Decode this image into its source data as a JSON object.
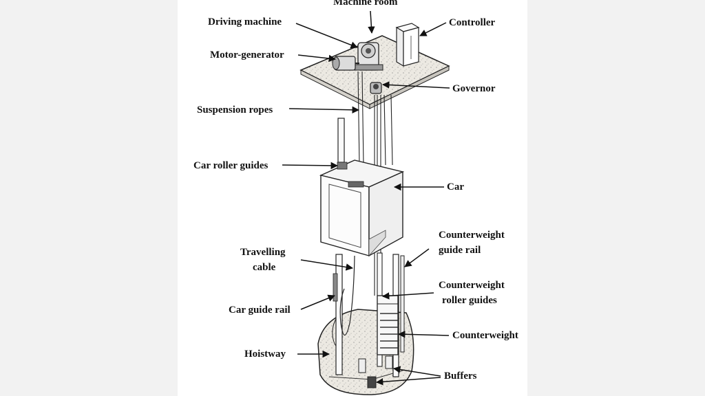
{
  "labels": {
    "machine_room": "Machine room",
    "driving_machine": "Driving machine",
    "motor_generator": "Motor-generator",
    "controller": "Controller",
    "governor": "Governor",
    "suspension_ropes": "Suspension ropes",
    "car_roller_guides": "Car roller guides",
    "car": "Car",
    "travelling_cable_1": "Travelling",
    "travelling_cable_2": "cable",
    "counterweight_guide_rail_1": "Counterweight",
    "counterweight_guide_rail_2": "guide rail",
    "counterweight_roller_guides_1": "Counterweight",
    "counterweight_roller_guides_2": "roller guides",
    "car_guide_rail": "Car guide rail",
    "counterweight": "Counterweight",
    "hoistway": "Hoistway",
    "buffers": "Buffers"
  },
  "colors": {
    "line": "#1a1a1a",
    "speckle_fill": "#e9e6df",
    "background": "#f2f2f2",
    "panel": "#ffffff"
  }
}
